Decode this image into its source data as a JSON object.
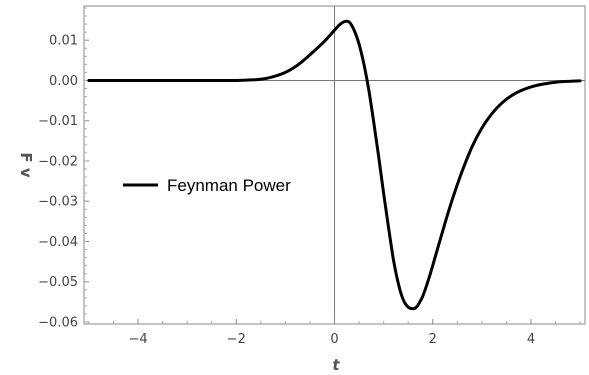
{
  "chart_data": {
    "type": "line",
    "title": "",
    "xlabel": "t",
    "ylabel": "F v",
    "xlim": [
      -5.1,
      5.1
    ],
    "ylim": [
      -0.0605,
      0.0185
    ],
    "xticks": [
      -4,
      -2,
      0,
      2,
      4
    ],
    "xtick_labels": [
      "−4",
      "−2",
      "0",
      "2",
      "4"
    ],
    "yticks": [
      0.01,
      0.0,
      -0.01,
      -0.02,
      -0.03,
      -0.04,
      -0.05,
      -0.06
    ],
    "ytick_labels": [
      "0.01",
      "0.00",
      "−0.01",
      "−0.02",
      "−0.03",
      "−0.04",
      "−0.05",
      "−0.06"
    ],
    "grid": false,
    "legend_position": "center-left",
    "series": [
      {
        "name": "Feynman Power",
        "color": "#000000",
        "x": [
          -5.0,
          -4.0,
          -3.0,
          -2.5,
          -2.0,
          -1.8,
          -1.6,
          -1.4,
          -1.2,
          -1.0,
          -0.8,
          -0.6,
          -0.4,
          -0.2,
          0.0,
          0.1,
          0.2,
          0.3,
          0.4,
          0.5,
          0.6,
          0.7,
          0.8,
          0.9,
          1.0,
          1.1,
          1.2,
          1.3,
          1.4,
          1.5,
          1.6,
          1.65,
          1.7,
          1.8,
          1.9,
          2.0,
          2.2,
          2.4,
          2.6,
          2.8,
          3.0,
          3.2,
          3.4,
          3.6,
          3.8,
          4.0,
          4.2,
          4.4,
          4.6,
          4.8,
          5.0
        ],
        "y": [
          0.0,
          0.0,
          0.0,
          0.0,
          0.0,
          0.0001,
          0.0002,
          0.0005,
          0.0011,
          0.002,
          0.0034,
          0.0053,
          0.0075,
          0.0098,
          0.0125,
          0.0138,
          0.0146,
          0.0145,
          0.0125,
          0.009,
          0.004,
          -0.0025,
          -0.0105,
          -0.019,
          -0.028,
          -0.0365,
          -0.0445,
          -0.0505,
          -0.0545,
          -0.0563,
          -0.0567,
          -0.0565,
          -0.0558,
          -0.0535,
          -0.05,
          -0.046,
          -0.0375,
          -0.0295,
          -0.0225,
          -0.0165,
          -0.0118,
          -0.0083,
          -0.0057,
          -0.0038,
          -0.0025,
          -0.0016,
          -0.001,
          -0.0006,
          -0.0003,
          -0.0002,
          -0.0001
        ]
      }
    ]
  }
}
